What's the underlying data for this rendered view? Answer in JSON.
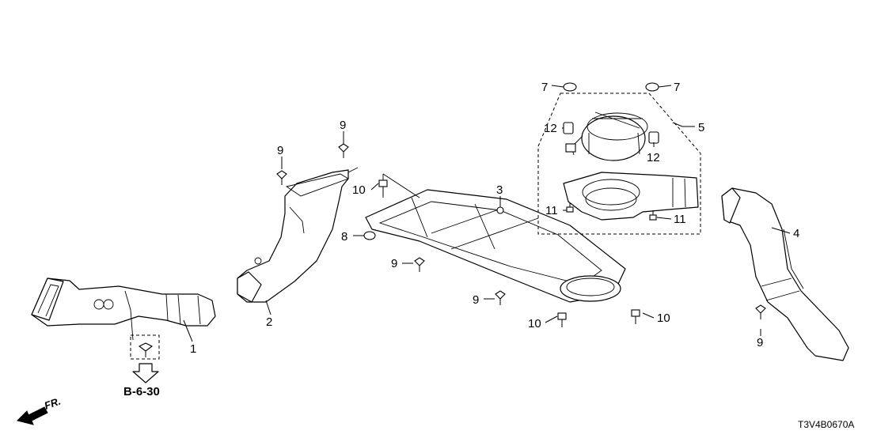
{
  "callouts": {
    "c1": "1",
    "c2": "2",
    "c3": "3",
    "c4": "4",
    "c5": "5",
    "c7a": "7",
    "c7b": "7",
    "c8": "8",
    "c9a": "9",
    "c9b": "9",
    "c9c": "9",
    "c9d": "9",
    "c9e": "9",
    "c10a": "10",
    "c10b": "10",
    "c10c": "10",
    "c11a": "11",
    "c11b": "11",
    "c12a": "12",
    "c12b": "12"
  },
  "reference": "B-6-30",
  "front_label": "FR.",
  "diagram_code": "T3V4B0670A"
}
